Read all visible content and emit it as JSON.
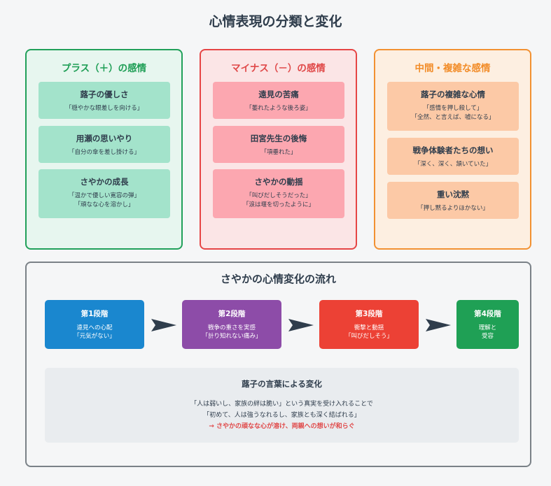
{
  "title": "心情表現の分類と変化",
  "panels": [
    {
      "title": "プラス（＋）の感情",
      "cards": [
        {
          "title": "蕗子の優しさ",
          "lines": [
            "「穏やかな眼差しを向ける」"
          ]
        },
        {
          "title": "用瀬の思いやり",
          "lines": [
            "「自分の傘を差し掛ける」"
          ]
        },
        {
          "title": "さやかの成長",
          "lines": [
            "「温かで優しい寛容の弾」",
            "「頑なな心を溶かし」"
          ]
        }
      ]
    },
    {
      "title": "マイナス（－）の感情",
      "cards": [
        {
          "title": "遠見の苦痛",
          "lines": [
            "「萎れたような後ろ姿」"
          ]
        },
        {
          "title": "田宮先生の後悔",
          "lines": [
            "「項垂れた」"
          ]
        },
        {
          "title": "さやかの動揺",
          "lines": [
            "「叫びだしそうだった」",
            "「涙は堰を切ったように」"
          ]
        }
      ]
    },
    {
      "title": "中間・複雑な感情",
      "cards": [
        {
          "title": "蕗子の複雑な心情",
          "lines": [
            "「感情を押し殺して」",
            "「全然、と言えば、嘘になる」"
          ]
        },
        {
          "title": "戦争体験者たちの想い",
          "lines": [
            "「深く、深く、頷いていた」"
          ]
        },
        {
          "title": "重い沈黙",
          "lines": [
            "「押し黙るよりほかない」"
          ]
        }
      ]
    }
  ],
  "flow": {
    "title": "さやかの心情変化の流れ",
    "stages": [
      {
        "title": "第1段階",
        "lines": [
          "遠見への心配",
          "「元気がない」"
        ],
        "color": "#1a87cf"
      },
      {
        "title": "第2段階",
        "lines": [
          "戦争の重さを実感",
          "「計り知れない痛み」"
        ],
        "color": "#8d4ca8"
      },
      {
        "title": "第3段階",
        "lines": [
          "衝撃と動揺",
          "「叫びだしそう」"
        ],
        "color": "#ec4135"
      },
      {
        "title": "第4段階",
        "lines": [
          "理解と",
          "受容"
        ],
        "color": "#1fa055"
      }
    ],
    "note": {
      "title": "蕗子の言葉による変化",
      "lines": [
        "「人は弱いし、家族の絆は脆い」という真実を受け入れることで",
        "「初めて、人は強うなれるし、家族とも深く結ばれる」"
      ],
      "emphasis": "→ さやかの頑なな心が溶け、両親への想いが和らぐ"
    }
  }
}
